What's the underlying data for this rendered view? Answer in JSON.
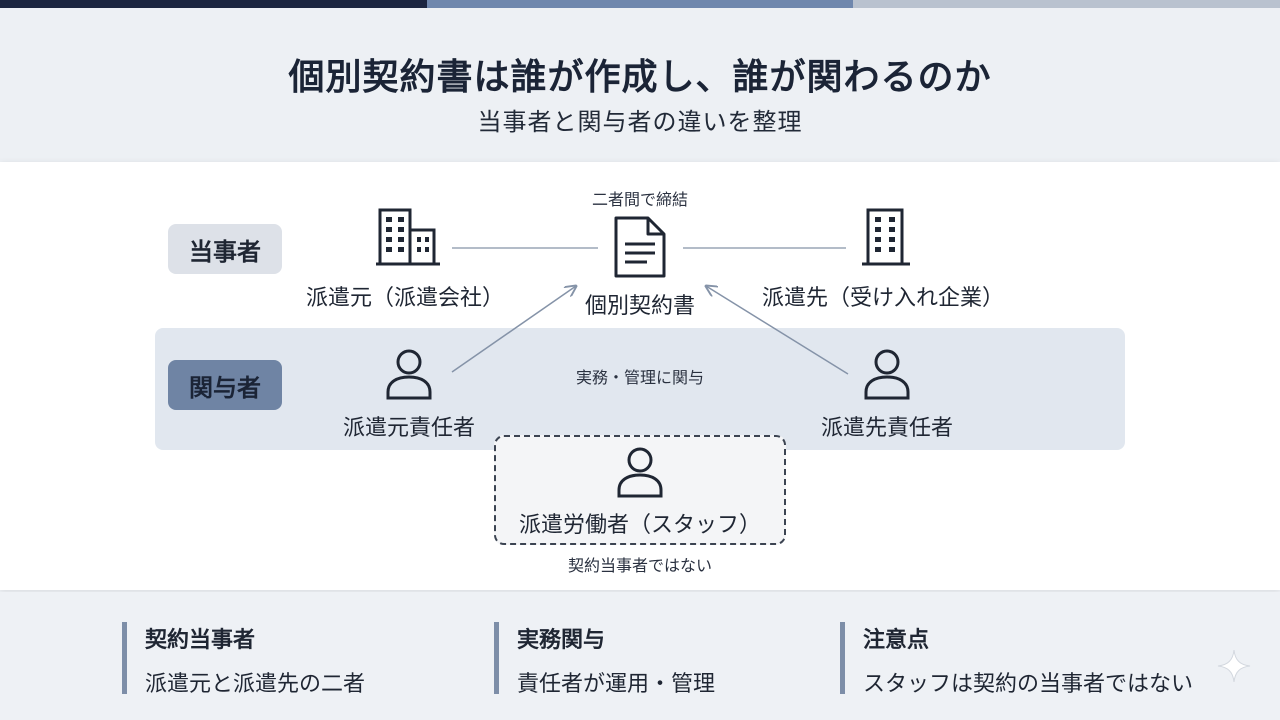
{
  "colors": {
    "top_bar": [
      "#1b2540",
      "#6f87ad",
      "#b9c2cf"
    ],
    "band": "#e1e7ef",
    "tag_related": "#6f84a4",
    "footer_accent": "#7d8ea8"
  },
  "header": {
    "title": "個別契約書は誰が作成し、誰が関わるのか",
    "subtitle": "当事者と関与者の違いを整理"
  },
  "diagram": {
    "tag_party": "当事者",
    "tag_related": "関与者",
    "contract_note": "二者間で締結",
    "sender": {
      "label": "派遣元（派遣会社）",
      "icon": "building-icon"
    },
    "contract": {
      "label": "個別契約書",
      "icon": "document-icon"
    },
    "receiver": {
      "label": "派遣先（受け入れ企業）",
      "icon": "building-icon"
    },
    "involvement_note": "実務・管理に関与",
    "sender_manager": {
      "label": "派遣元責任者",
      "icon": "person-icon"
    },
    "receiver_manager": {
      "label": "派遣先責任者",
      "icon": "person-icon"
    },
    "staff": {
      "label": "派遣労働者（スタッフ）",
      "icon": "person-icon"
    },
    "staff_note": "契約当事者ではない"
  },
  "footer": {
    "columns": [
      {
        "heading": "契約当事者",
        "body": "派遣元と派遣先の二者"
      },
      {
        "heading": "実務関与",
        "body": "責任者が運用・管理"
      },
      {
        "heading": "注意点",
        "body": "スタッフは契約の当事者ではない"
      }
    ]
  }
}
